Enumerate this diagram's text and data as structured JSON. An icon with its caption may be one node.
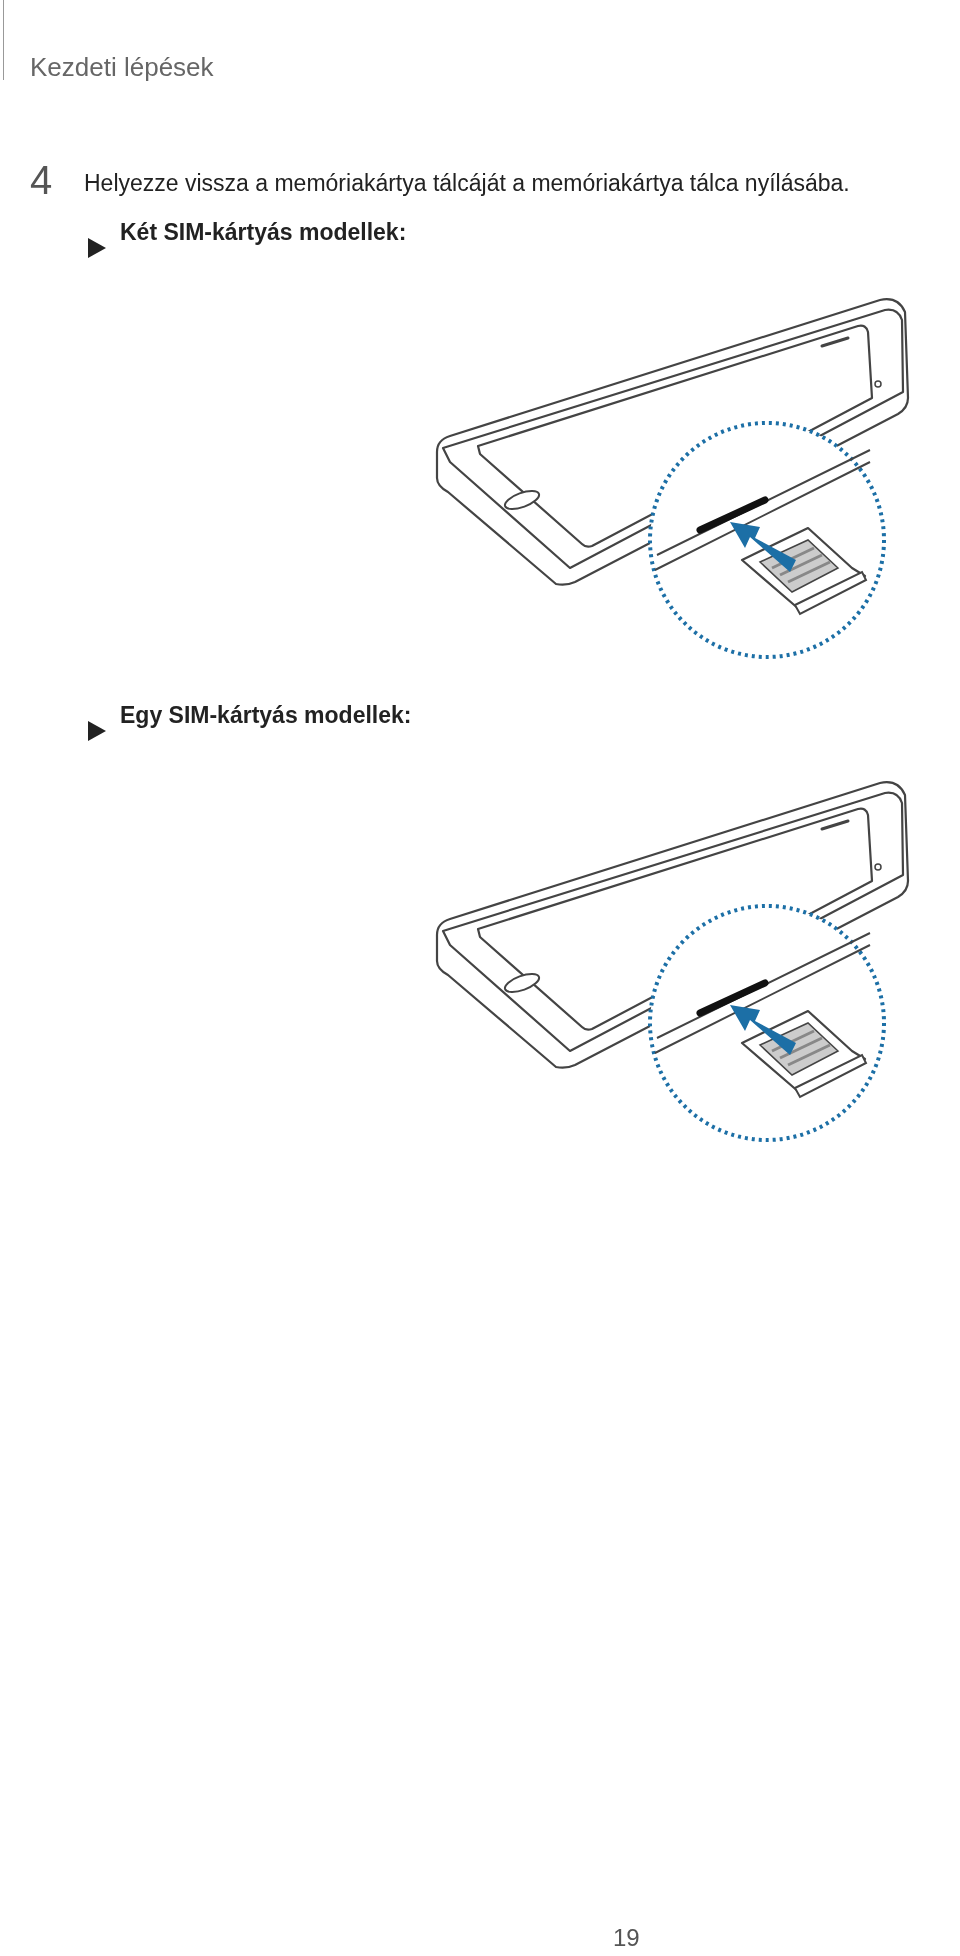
{
  "diagram": {
    "labels": [
      "Kezdeti lépések",
      "4",
      "Helyezze vissza a memóriakártya tálcáját a memóriakártya tálca nyílásába.",
      "Két SIM-kártyás modellek:",
      "Egy SIM-kártyás modellek:",
      "19"
    ]
  }
}
